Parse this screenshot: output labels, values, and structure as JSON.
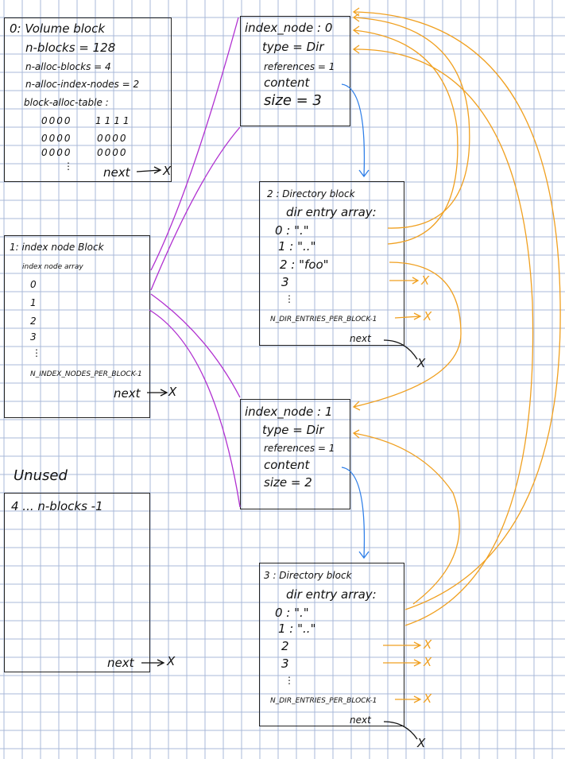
{
  "colors": {
    "grid": "#a8b8d8",
    "ink": "#111111",
    "purple": "#b030d0",
    "orange": "#f0a020",
    "blue": "#2f7fe8"
  },
  "volume_block": {
    "title": "0: Volume block",
    "lines": [
      "n-blocks = 128",
      "n-alloc-blocks = 4",
      "n-alloc-index-nodes = 2",
      "block-alloc-table :"
    ],
    "table": [
      [
        "0000",
        "1111"
      ],
      [
        "0000",
        "0000"
      ],
      [
        "0000",
        "0000"
      ]
    ],
    "ellipsis": "⋮",
    "next": "next",
    "x": "X"
  },
  "index_block": {
    "title": "1: index node Block",
    "subtitle": "index node array",
    "rows": [
      "0",
      "1",
      "2",
      "3",
      "⋮",
      "N_INDEX_NODES_PER_BLOCK-1"
    ],
    "next": "next",
    "x": "X"
  },
  "unused": {
    "label": "Unused",
    "range": "4 ... n-blocks -1",
    "next": "next",
    "x": "X"
  },
  "inodes": [
    {
      "lines": [
        "index_node : 0",
        "type = Dir",
        "references = 1",
        "content",
        "size = 3"
      ]
    },
    {
      "lines": [
        "index_node : 1",
        "type = Dir",
        "references = 1",
        "content",
        "size = 2"
      ]
    }
  ],
  "dir_blocks": [
    {
      "title": "2 : Directory block",
      "subtitle": "dir entry array:",
      "entries": [
        "0 : \".\"",
        "1 : \"..\"",
        "2 : \"foo\"",
        "3",
        "⋮",
        "N_DIR_ENTRIES_PER_BLOCK-1"
      ],
      "next": "next",
      "x": "X"
    },
    {
      "title": "3 : Directory block",
      "subtitle": "dir entry array:",
      "entries": [
        "0 : \".\"",
        "1 : \"..\"",
        "2",
        "3",
        "⋮",
        "N_DIR_ENTRIES_PER_BLOCK-1"
      ],
      "next": "next",
      "x": "X"
    }
  ]
}
